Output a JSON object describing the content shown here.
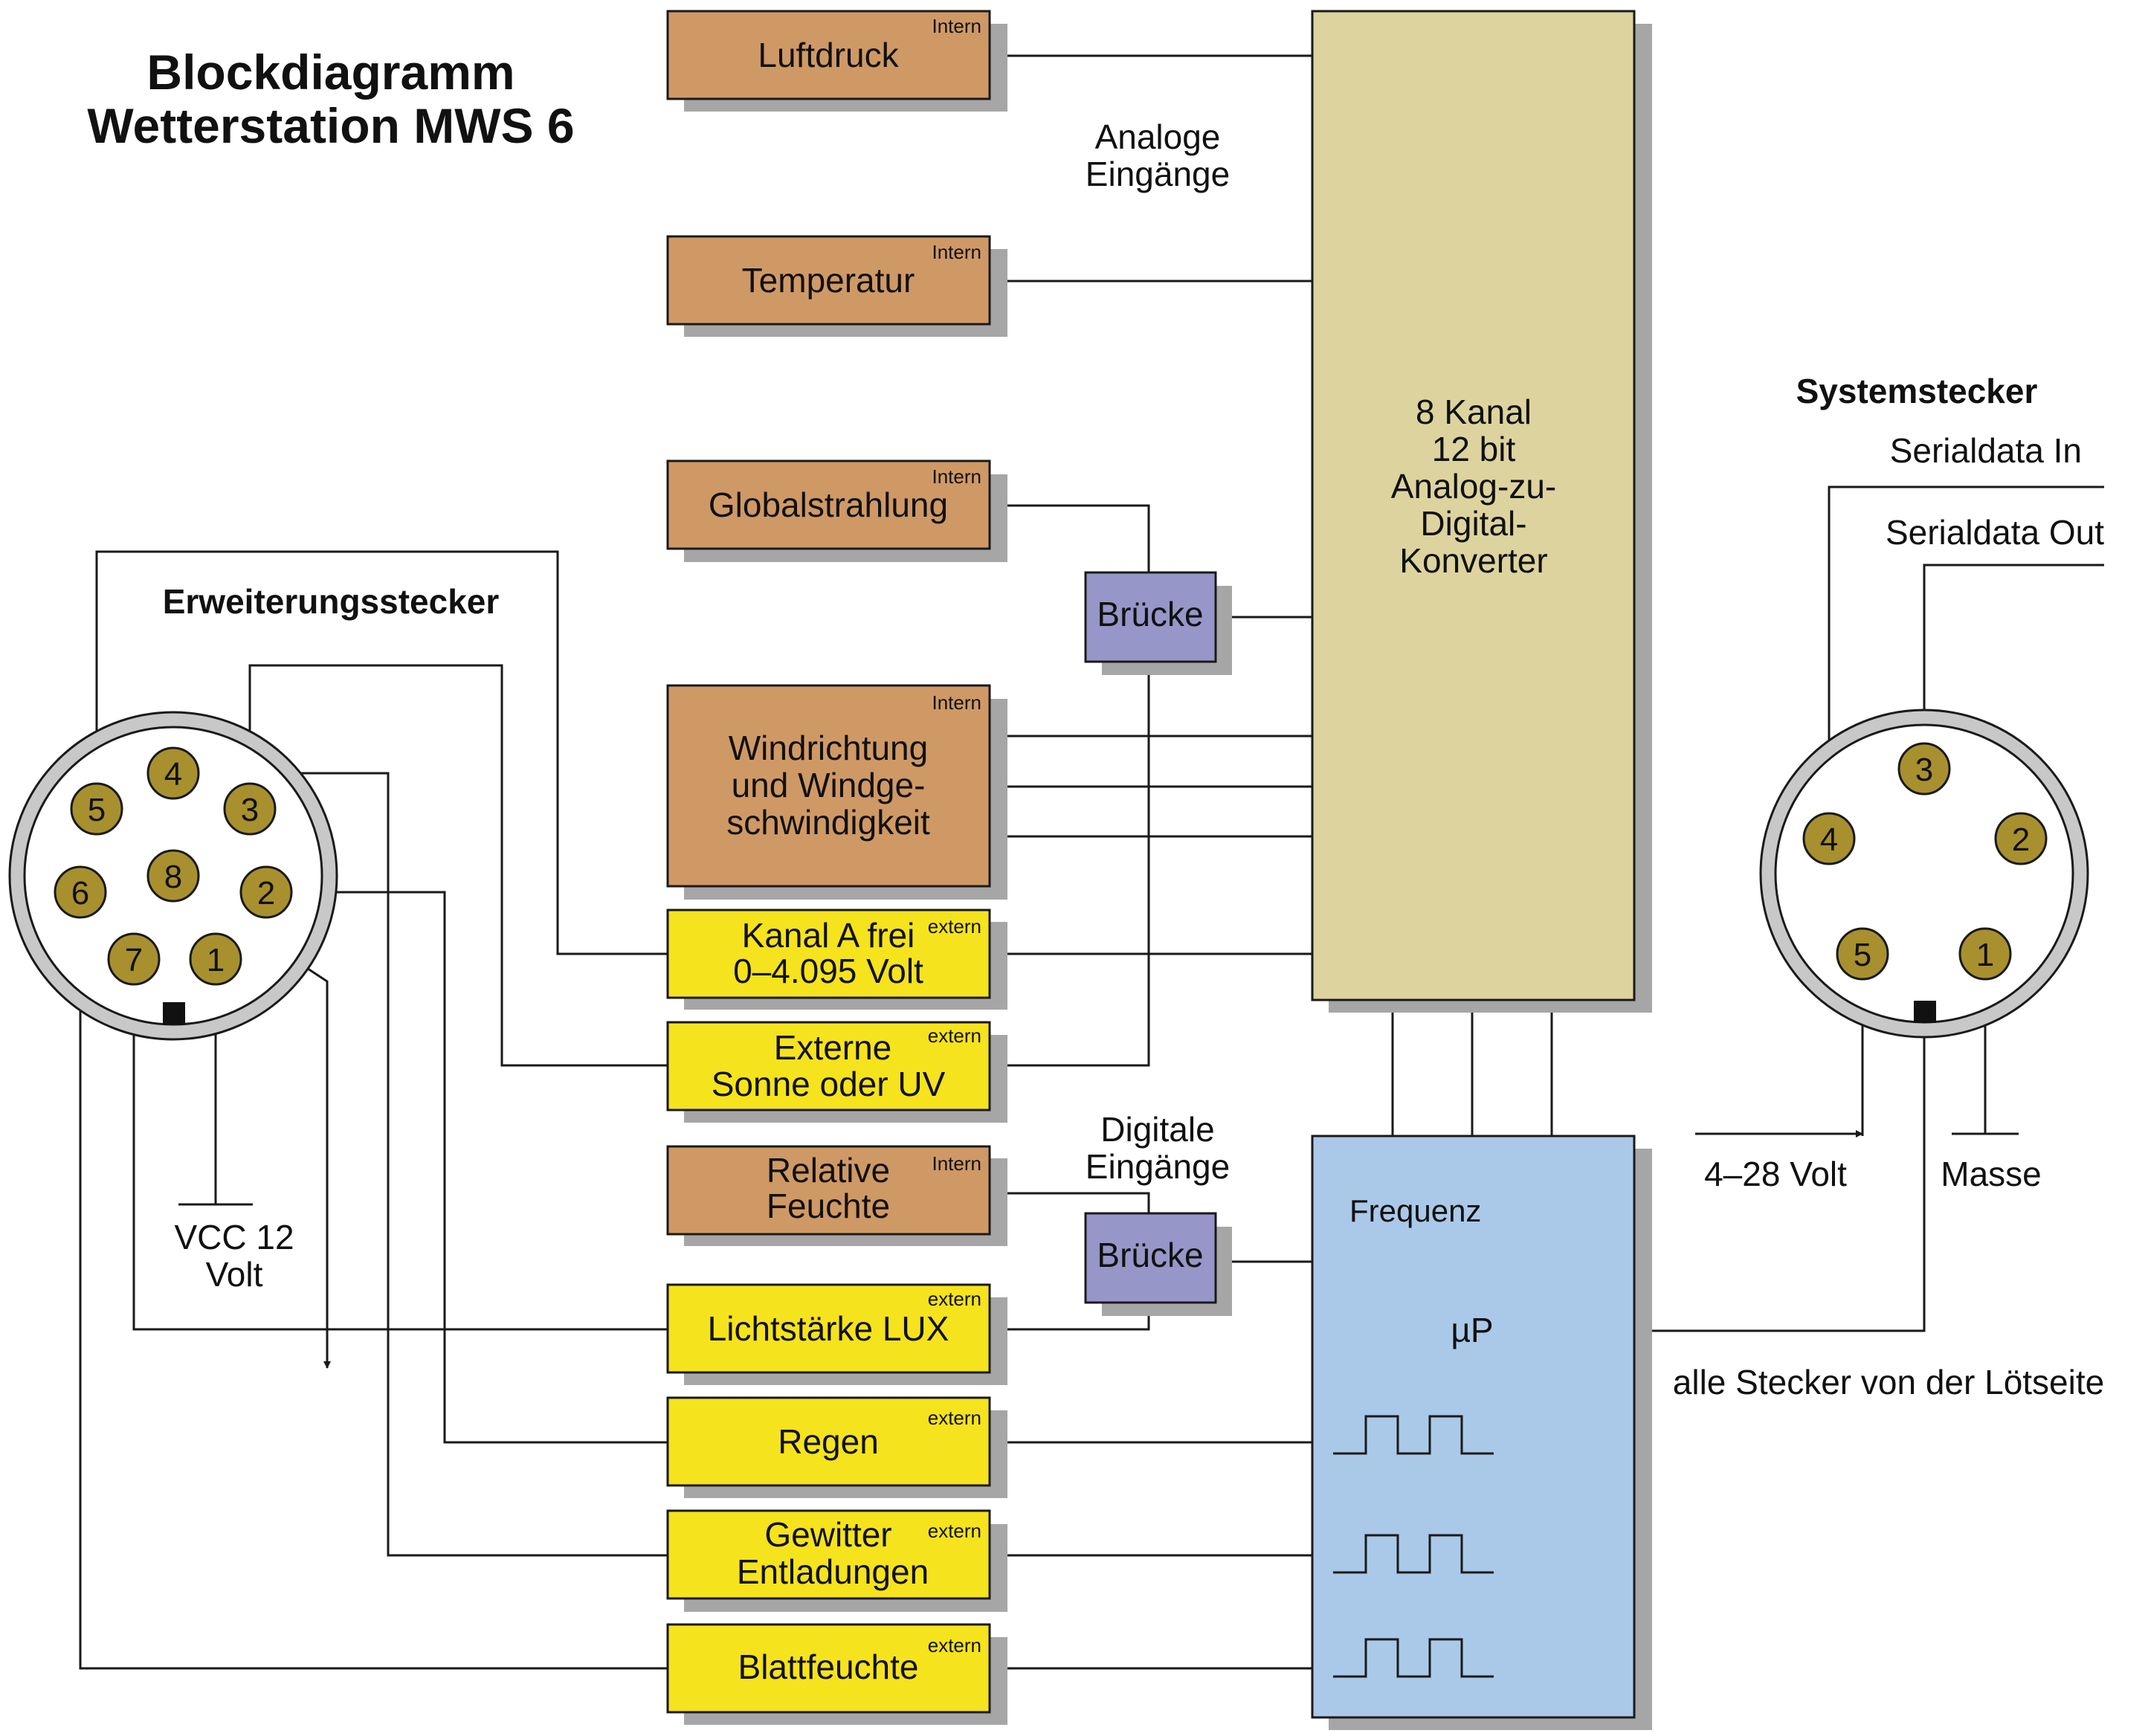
{
  "title": {
    "line1": "Blockdiagramm",
    "line2": "Wetterstation MWS 6"
  },
  "colors": {
    "internal_sensor": "#cf9966",
    "external_sensor": "#f5e31d",
    "bridge": "#9696c8",
    "adc": "#ddd39f",
    "frequency": "#aac9e8",
    "shadow": "#a6a6a6",
    "connector_ring": "#c8c8c8",
    "pin": "#a8902f",
    "line": "#1a1a1a"
  },
  "sensors": {
    "luftdruck": {
      "label": "Luftdruck",
      "tag": "Intern"
    },
    "temperatur": {
      "label": "Temperatur",
      "tag": "Intern"
    },
    "globalstrahlung": {
      "label": "Globalstrahlung",
      "tag": "Intern"
    },
    "wind": {
      "line1": "Windrichtung",
      "line2": "und Windge-",
      "line3": "schwindigkeit",
      "tag": "Intern"
    },
    "kanal_a": {
      "line1": "Kanal A frei",
      "line2": "0–4.095 Volt",
      "tag": "extern"
    },
    "externe_sonne": {
      "line1": "Externe",
      "line2": "Sonne oder UV",
      "tag": "extern"
    },
    "relative_feuchte": {
      "line1": "Relative",
      "line2": "Feuchte",
      "tag": "Intern"
    },
    "lichtstaerke": {
      "label": "Lichtstärke LUX",
      "tag": "extern"
    },
    "regen": {
      "label": "Regen",
      "tag": "extern"
    },
    "gewitter": {
      "line1": "Gewitter",
      "line2": "Entladungen",
      "tag": "extern"
    },
    "blattfeuchte": {
      "label": "Blattfeuchte",
      "tag": "extern"
    }
  },
  "bridge_label": "Brücke",
  "analog_label": {
    "line1": "Analoge",
    "line2": "Eingänge"
  },
  "digital_label": {
    "line1": "Digitale",
    "line2": "Eingänge"
  },
  "adc": {
    "line1": "8 Kanal",
    "line2": "12 bit",
    "line3": "Analog-zu-",
    "line4": "Digital-",
    "line5": "Konverter"
  },
  "freq": {
    "title": "Frequenz",
    "cpu": "µP"
  },
  "erweiterung": {
    "title": "Erweiterungsstecker",
    "pins": [
      "1",
      "2",
      "3",
      "4",
      "5",
      "6",
      "7",
      "8"
    ],
    "vcc_line1": "VCC 12",
    "vcc_line2": "Volt"
  },
  "system": {
    "title": "Systemstecker",
    "pins": [
      "1",
      "2",
      "3",
      "4",
      "5"
    ],
    "serial_in": "Serialdata In",
    "serial_out": "Serialdata Out",
    "voltage": "4–28 Volt",
    "ground": "Masse"
  },
  "footer_note": "alle Stecker von der Lötseite"
}
